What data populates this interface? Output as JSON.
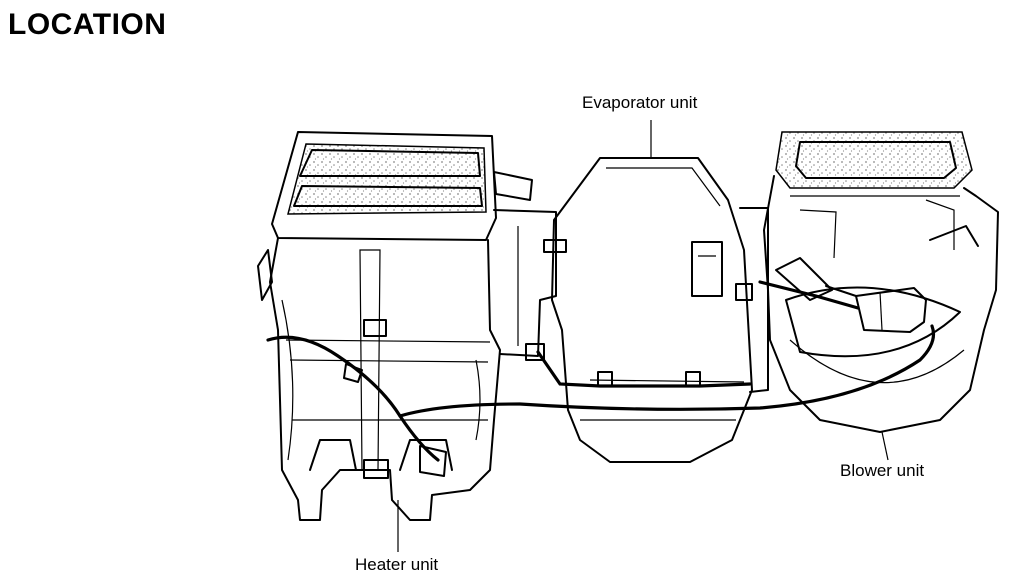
{
  "page": {
    "title": "LOCATION"
  },
  "diagram": {
    "labels": {
      "evaporator": "Evaporator unit",
      "blower": "Blower unit",
      "heater": "Heater unit"
    }
  }
}
